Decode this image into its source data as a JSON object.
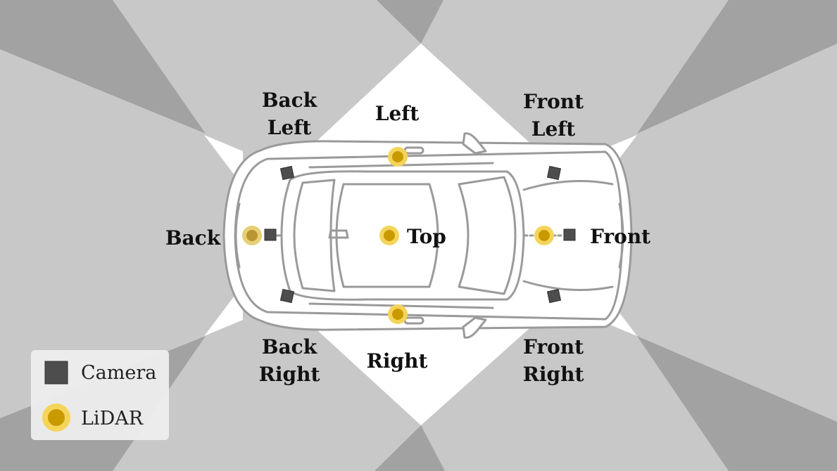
{
  "labels": {
    "back_left": [
      "Back",
      "Left"
    ],
    "left": "Left",
    "front_left": [
      "Front",
      "Left"
    ],
    "back": "Back",
    "top": "Top",
    "front": "Front",
    "back_right": [
      "Back",
      "Right"
    ],
    "right": "Right",
    "front_right": [
      "Front",
      "Right"
    ]
  },
  "legend": {
    "camera": "Camera",
    "lidar": "LiDAR"
  },
  "colors": {
    "background_light": "#c8c8c8",
    "background_dark": "#a2a2a2",
    "coverage_white": "#ffffff",
    "camera": "#4d4d4d",
    "lidar_inner": "#c99a00",
    "lidar_outer": "#f5d45a"
  }
}
